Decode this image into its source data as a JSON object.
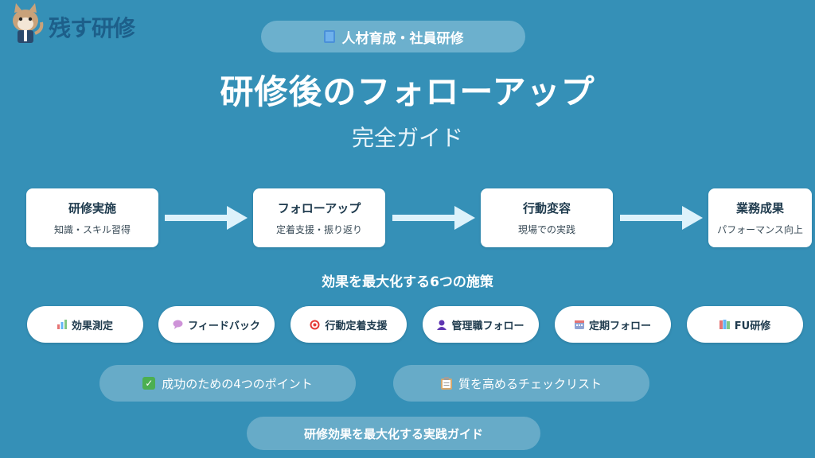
{
  "brand": {
    "logo_text": "残す研修"
  },
  "badge": {
    "icon": "book-icon",
    "label": "人材育成・社員研修"
  },
  "title": "研修後のフォローアップ",
  "subtitle": "完全ガイド",
  "steps": [
    {
      "title": "研修実施",
      "sub": "知識・スキル習得"
    },
    {
      "title": "フォローアップ",
      "sub": "定着支援・振り返り"
    },
    {
      "title": "行動変容",
      "sub": "現場での実践"
    },
    {
      "title": "業務成果",
      "sub": "パフォーマンス向上"
    }
  ],
  "measures_heading": "効果を最大化する6つの施策",
  "measures": [
    {
      "icon": "bar-chart-icon",
      "label": "効果測定"
    },
    {
      "icon": "speech-bubble-icon",
      "label": "フィードバック"
    },
    {
      "icon": "target-icon",
      "label": "行動定着支援"
    },
    {
      "icon": "person-icon",
      "label": "管理職フォロー"
    },
    {
      "icon": "calendar-icon",
      "label": "定期フォロー"
    },
    {
      "icon": "books-icon",
      "label": "FU研修"
    }
  ],
  "links": [
    {
      "icon": "check-icon",
      "label": "成功のための4つのポイント"
    },
    {
      "icon": "clipboard-icon",
      "label": "質を高めるチェックリスト"
    }
  ],
  "footer_button": "研修効果を最大化する実践ガイド",
  "colors": {
    "background": "#3590b7",
    "pill_translucent": "#67abc8",
    "card": "#ffffff"
  }
}
